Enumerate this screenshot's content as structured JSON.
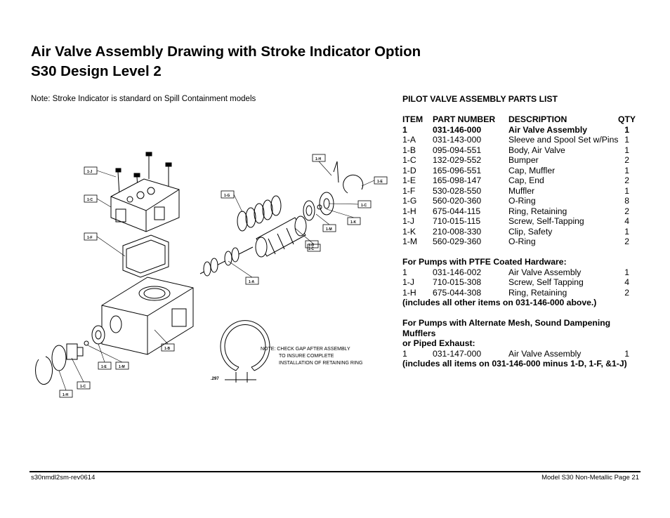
{
  "title": {
    "line1": "Air Valve Assembly Drawing with Stroke Indicator Option",
    "line2": "S30 Design Level 2"
  },
  "note": "Note: Stroke Indicator is standard on Spill Containment models",
  "drawing": {
    "callouts": [
      "1-J",
      "1-C",
      "1-F",
      "1-G",
      "1-H",
      "1-E",
      "1-C",
      "1-M",
      "1-K",
      "1-A",
      "1-B",
      "1-D",
      "1-E",
      "1-M",
      "1-C",
      "1-C",
      "1-H"
    ],
    "note_line1": "NOTE:  CHECK GAP AFTER ASSEMBLY",
    "note_line2": "TO INSURE COMPLETE",
    "note_line3": "INSTALLATION OF RETAINING RING",
    "dimension": ".297"
  },
  "parts_list": {
    "title": "PILOT VALVE ASSEMBLY PARTS LIST",
    "headers": [
      "ITEM",
      "PART NUMBER",
      "DESCRIPTION",
      "QTY"
    ],
    "rows": [
      [
        "1",
        "031-146-000",
        "Air Valve Assembly",
        "1"
      ],
      [
        "1-A",
        "031-143-000",
        "Sleeve and Spool Set w/Pins",
        "1"
      ],
      [
        "1-B",
        "095-094-551",
        "Body, Air Valve",
        "1"
      ],
      [
        "1-C",
        "132-029-552",
        "Bumper",
        "2"
      ],
      [
        "1-D",
        "165-096-551",
        "Cap, Muffler",
        "1"
      ],
      [
        "1-E",
        "165-098-147",
        "Cap, End",
        "2"
      ],
      [
        "1-F",
        "530-028-550",
        "Muffler",
        "1"
      ],
      [
        "1-G",
        "560-020-360",
        "O-Ring",
        "8"
      ],
      [
        "1-H",
        "675-044-115",
        "Ring, Retaining",
        "2"
      ],
      [
        "1-J",
        "710-015-115",
        "Screw, Self-Tapping",
        "4"
      ],
      [
        "1-K",
        "210-008-330",
        "Clip, Safety",
        "1"
      ],
      [
        "1-M",
        "560-029-360",
        "O-Ring",
        "2"
      ]
    ],
    "ptfe_heading": "For Pumps with PTFE Coated Hardware:",
    "ptfe_rows": [
      [
        "1",
        "031-146-002",
        "Air Valve Assembly",
        "1"
      ],
      [
        "1-J",
        "710-015-308",
        "Screw, Self Tapping",
        "4"
      ],
      [
        "1-H",
        "675-044-308",
        "Ring, Retaining",
        "2"
      ]
    ],
    "ptfe_note": "(includes all other items on 031-146-000 above.)",
    "mesh_heading_1": "For Pumps with Alternate Mesh, Sound Dampening Mufflers",
    "mesh_heading_2": "or Piped Exhaust:",
    "mesh_rows": [
      [
        "1",
        "031-147-000",
        "Air Valve Assembly",
        "1"
      ]
    ],
    "mesh_note": "(includes all items on 031-146-000 minus 1-D, 1-F, &1-J)"
  },
  "footer": {
    "left": "s30nmdl2sm-rev0614",
    "right": "Model S30 Non-Metallic Page 21"
  }
}
